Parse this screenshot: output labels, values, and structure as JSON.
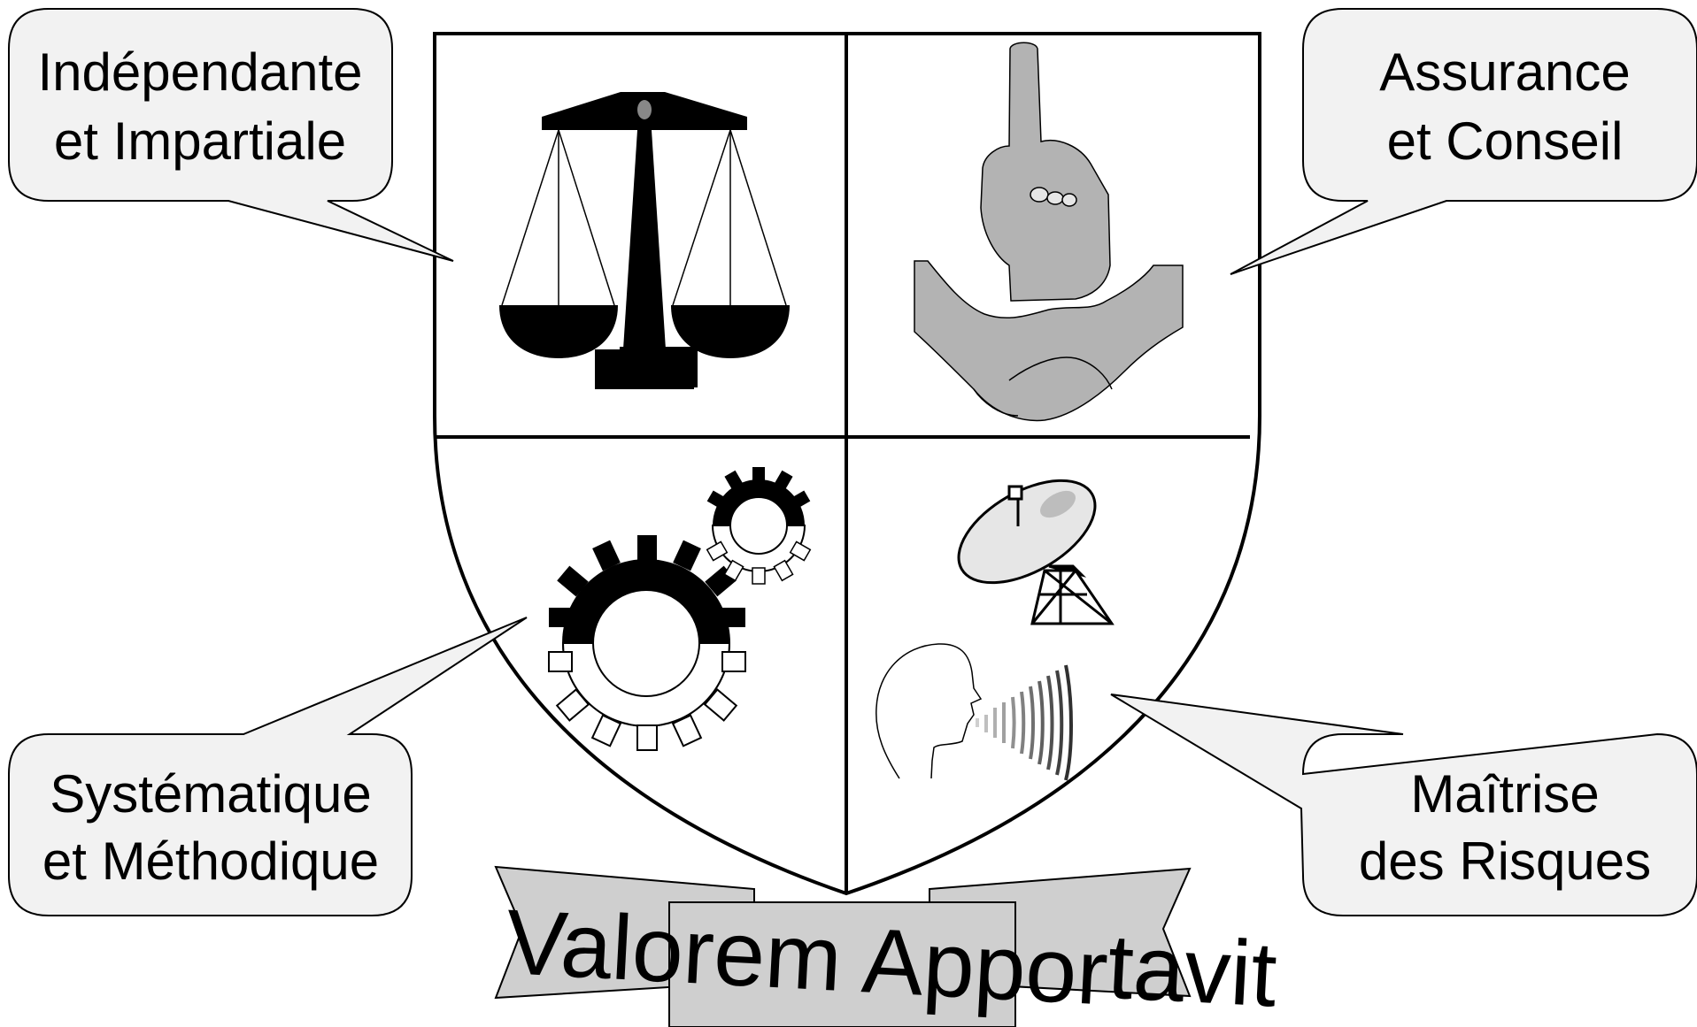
{
  "callouts": {
    "top_left": {
      "line1": "Indépendante",
      "line2": "et Impartiale"
    },
    "top_right": {
      "line1": "Assurance",
      "line2": "et Conseil"
    },
    "bottom_left": {
      "line1": "Systématique",
      "line2": "et Méthodique"
    },
    "bottom_right": {
      "line1": "Maîtrise",
      "line2": "des Risques"
    }
  },
  "banner": {
    "motto_part1": "Valorem Appor",
    "motto_part2": "tavit"
  },
  "quadrants": {
    "top_left": "scales-icon",
    "top_right": "raised-finger-handshake-icon",
    "bottom_left": "gears-icon",
    "bottom_right": "satellite-dish-speaking-head-icon"
  },
  "colors": {
    "fill_light": "#f2f2f2",
    "fill_gray": "#b3b3b3",
    "banner": "#cfcfcf",
    "ink": "#000000"
  }
}
